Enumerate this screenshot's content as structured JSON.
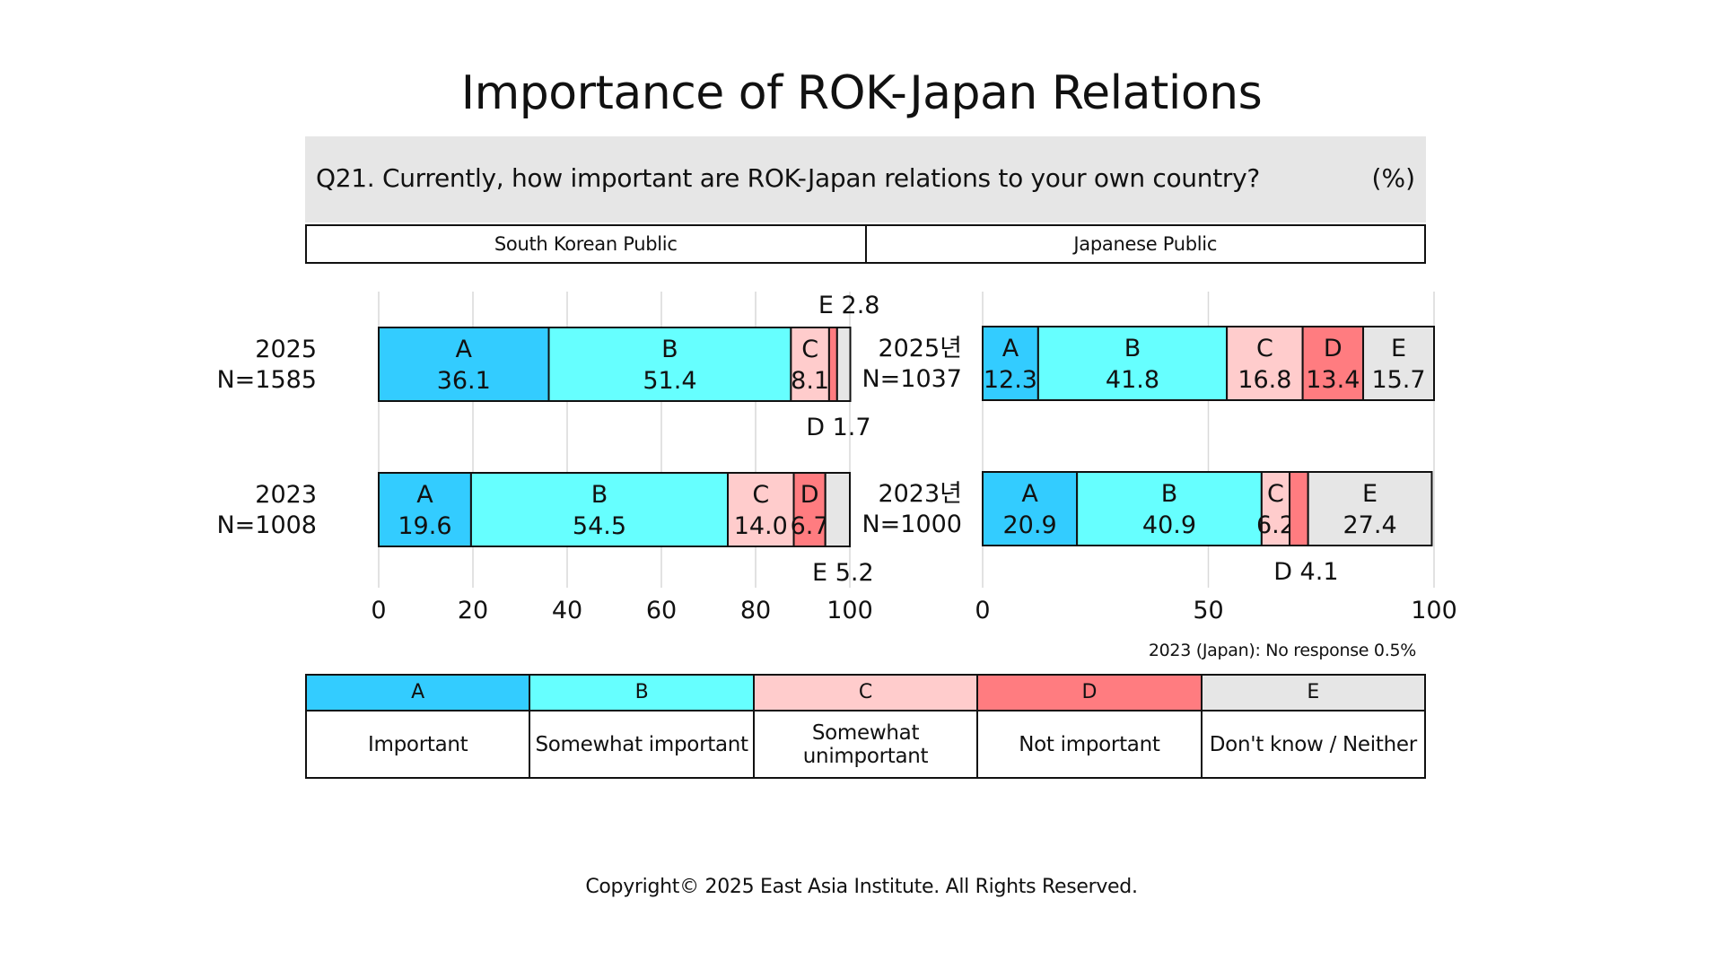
{
  "title": "Importance of ROK-Japan Relations",
  "question": "Q21. Currently, how important are ROK-Japan relations to your own country?",
  "unit": "(%)",
  "groups": [
    "South Korean Public",
    "Japanese Public"
  ],
  "note": "2023 (Japan): No response 0.5%",
  "copyright": "Copyright© 2025 East Asia Institute. All Rights Reserved.",
  "colors": {
    "A": "#33ccff",
    "B": "#66ffff",
    "C": "#ffcccc",
    "D": "#ff7c80",
    "E": "#e6e6e6"
  },
  "legend": [
    {
      "key": "A",
      "label": "Important"
    },
    {
      "key": "B",
      "label": "Somewhat important"
    },
    {
      "key": "C",
      "label": "Somewhat unimportant"
    },
    {
      "key": "D",
      "label": "Not important"
    },
    {
      "key": "E",
      "label": "Don't know / Neither"
    }
  ],
  "chart_data": [
    {
      "type": "bar",
      "stacked": true,
      "orientation": "horizontal",
      "panel": "South Korean Public",
      "xlim": [
        0,
        100
      ],
      "xticks": [
        0,
        20,
        40,
        60,
        80,
        100
      ],
      "grid": true,
      "categories": [
        "2025\nN=1585",
        "2023\nN=1008"
      ],
      "series": [
        {
          "name": "A",
          "values": [
            36.1,
            19.6
          ]
        },
        {
          "name": "B",
          "values": [
            51.4,
            54.5
          ]
        },
        {
          "name": "C",
          "values": [
            8.1,
            14.0
          ]
        },
        {
          "name": "D",
          "values": [
            1.7,
            6.7
          ]
        },
        {
          "name": "E",
          "values": [
            2.8,
            5.2
          ]
        }
      ],
      "outside_labels": [
        {
          "text": "E 2.8",
          "row": 0,
          "side": "above"
        },
        {
          "text": "D 1.7",
          "row": 0,
          "side": "below"
        },
        {
          "text": "E 5.2",
          "row": 1,
          "side": "below"
        }
      ]
    },
    {
      "type": "bar",
      "stacked": true,
      "orientation": "horizontal",
      "panel": "Japanese Public",
      "xlim": [
        0,
        100
      ],
      "xticks": [
        0,
        50,
        100
      ],
      "grid": true,
      "categories": [
        "2025년\nN=1037",
        "2023년\nN=1000"
      ],
      "series": [
        {
          "name": "A",
          "values": [
            12.3,
            20.9
          ]
        },
        {
          "name": "B",
          "values": [
            41.8,
            40.9
          ]
        },
        {
          "name": "C",
          "values": [
            16.8,
            6.2
          ]
        },
        {
          "name": "D",
          "values": [
            13.4,
            4.1
          ]
        },
        {
          "name": "E",
          "values": [
            15.7,
            27.4
          ]
        }
      ],
      "outside_labels": [
        {
          "text": "D 4.1",
          "row": 1,
          "side": "below"
        }
      ]
    }
  ]
}
